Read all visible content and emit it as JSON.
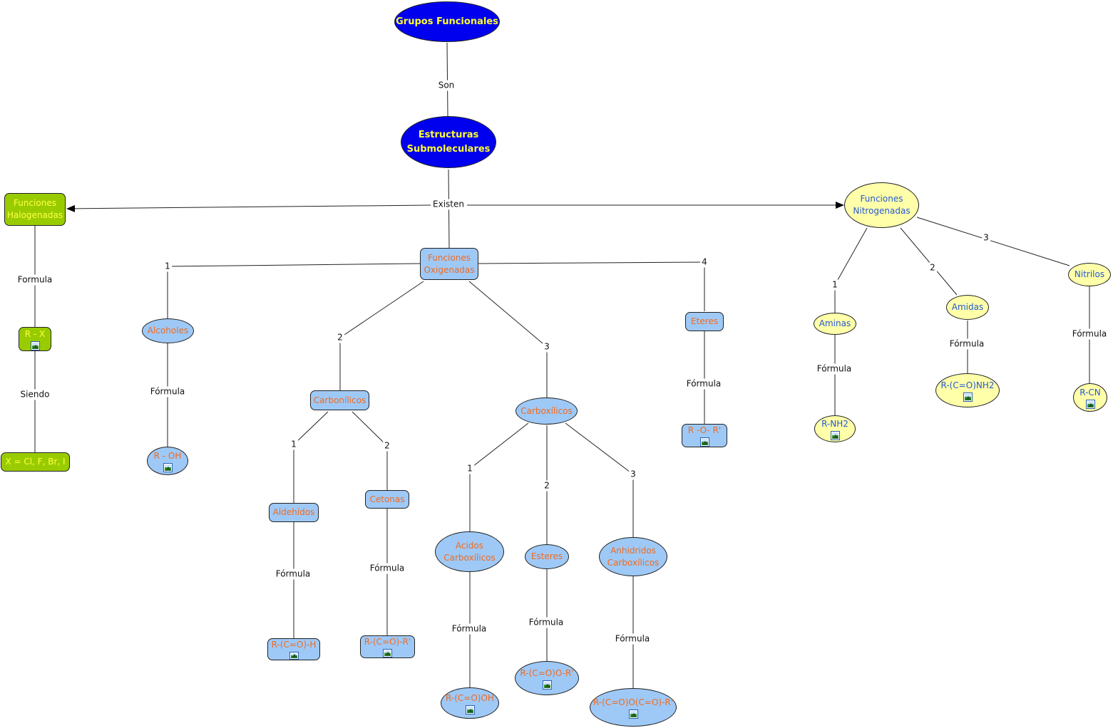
{
  "colors": {
    "root_fill": "#0000ee",
    "root_text": "#ffff33",
    "oxygen_fill": "#9ec9f7",
    "oxygen_text": "#f06a1e",
    "nitrogen_fill": "#ffffaa",
    "nitrogen_text": "#2458d6",
    "halogen_fill": "#99cc00",
    "halogen_text": "#ffff44"
  },
  "nodes": {
    "grupos": "Grupos Funcionales",
    "estructuras": [
      "Estructuras",
      "Submoleculares"
    ],
    "halogenadas": [
      "Funciones",
      "Halogenadas"
    ],
    "rx": "R - X",
    "x_def": "X = Cl, F, Br, I",
    "oxigenadas": [
      "Funciones",
      "Oxigenadas"
    ],
    "alcoholes": "Alcoholes",
    "r_oh": "R - OH",
    "carbonilicos": "Carbonílicos",
    "aldehidos": "Aldehídos",
    "r_c_o_h": "R-(C=O)-H",
    "cetonas": "Cetonas",
    "r_c_o_r": "R-(C=O)-R'",
    "carboxilicos": "Carboxílicos",
    "acidos": [
      "Acidos",
      "Carboxílicos"
    ],
    "r_cooh": "R-(C=O)OH",
    "esteres": "Esteres",
    "r_c_o_o_r": "R-(C=O)O-R'",
    "anhidridos": [
      "Anhidridos",
      "Carboxílicos"
    ],
    "r_anh": "R-(C=O)O(C=O)-R'",
    "eteres": "Eteres",
    "r_o_r": "R -O- R'",
    "nitrogenadas": [
      "Funciones",
      "Nitrogenadas"
    ],
    "aminas": "Aminas",
    "r_nh2": "R-NH2",
    "amidas": "Amidas",
    "r_conh2": "R-(C=O)NH2",
    "nitrilos": "Nitrilos",
    "r_cn": "R-CN"
  },
  "links": {
    "son": "Son",
    "existen": "Existen",
    "formula_plain": "Formula",
    "siendo": "Siendo",
    "formula": "Fórmula",
    "n1": "1",
    "n2": "2",
    "n3": "3",
    "n4": "4"
  }
}
